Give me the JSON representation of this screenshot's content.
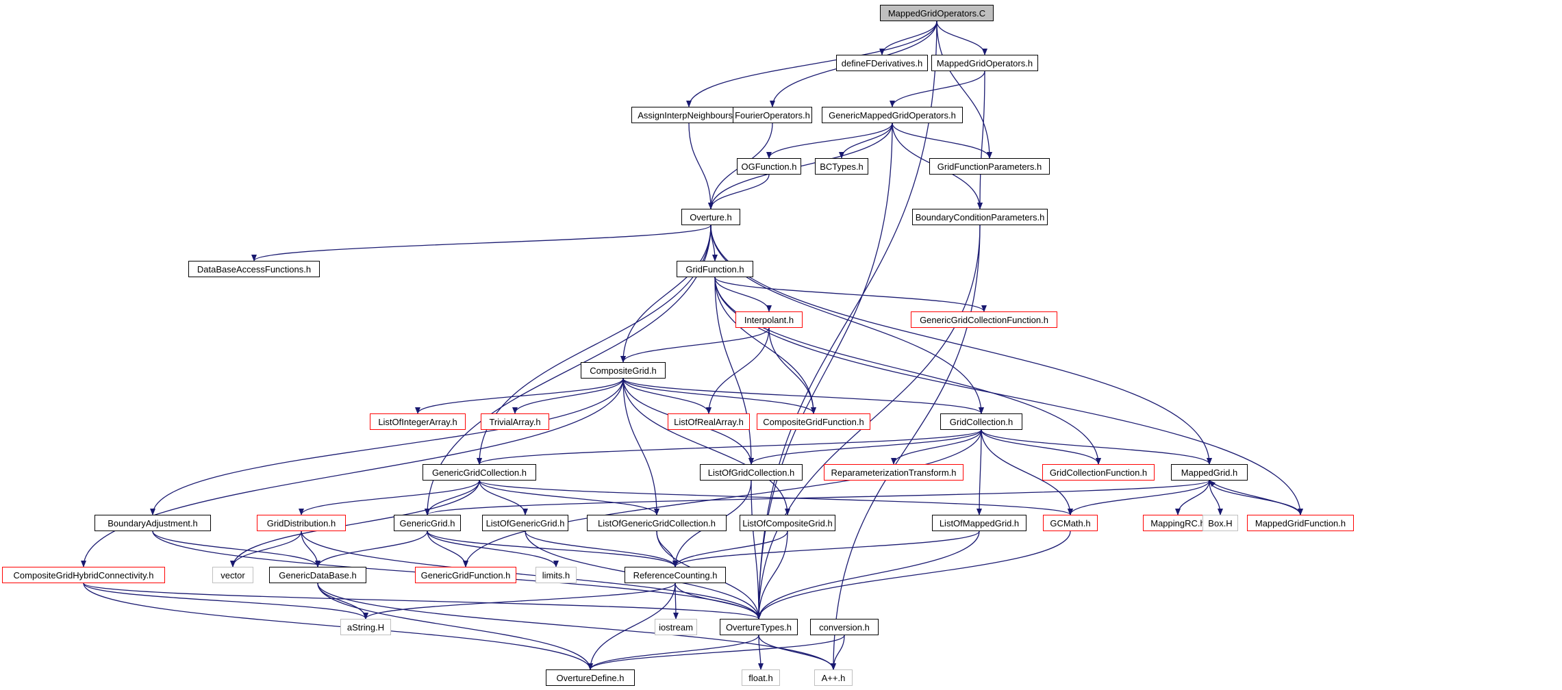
{
  "nodes": {
    "n01": {
      "label": "MappedGridOperators.C",
      "style": "root"
    },
    "n02": {
      "label": "defineFDerivatives.h",
      "style": "black"
    },
    "n03": {
      "label": "MappedGridOperators.h",
      "style": "black"
    },
    "n04": {
      "label": "AssignInterpNeighbours.h",
      "style": "black"
    },
    "n05": {
      "label": "FourierOperators.h",
      "style": "black"
    },
    "n06": {
      "label": "GenericMappedGridOperators.h",
      "style": "black"
    },
    "n07": {
      "label": "OGFunction.h",
      "style": "black"
    },
    "n08": {
      "label": "BCTypes.h",
      "style": "black"
    },
    "n09": {
      "label": "GridFunctionParameters.h",
      "style": "black"
    },
    "n10": {
      "label": "Overture.h",
      "style": "black"
    },
    "n11": {
      "label": "BoundaryConditionParameters.h",
      "style": "black"
    },
    "n12": {
      "label": "DataBaseAccessFunctions.h",
      "style": "black"
    },
    "n13": {
      "label": "GridFunction.h",
      "style": "black"
    },
    "n14": {
      "label": "Interpolant.h",
      "style": "red"
    },
    "n15": {
      "label": "GenericGridCollectionFunction.h",
      "style": "red"
    },
    "n16": {
      "label": "CompositeGrid.h",
      "style": "black"
    },
    "n17": {
      "label": "ListOfIntegerArray.h",
      "style": "red"
    },
    "n18": {
      "label": "TrivialArray.h",
      "style": "red"
    },
    "n19": {
      "label": "ListOfRealArray.h",
      "style": "red"
    },
    "n20": {
      "label": "CompositeGridFunction.h",
      "style": "red"
    },
    "n21": {
      "label": "GridCollection.h",
      "style": "black"
    },
    "n22": {
      "label": "GenericGridCollection.h",
      "style": "black"
    },
    "n23": {
      "label": "ListOfGridCollection.h",
      "style": "black"
    },
    "n24": {
      "label": "ReparameterizationTransform.h",
      "style": "red"
    },
    "n25": {
      "label": "GridCollectionFunction.h",
      "style": "red"
    },
    "n26": {
      "label": "MappedGrid.h",
      "style": "black"
    },
    "n27": {
      "label": "BoundaryAdjustment.h",
      "style": "black"
    },
    "n28": {
      "label": "GridDistribution.h",
      "style": "red"
    },
    "n29": {
      "label": "GenericGrid.h",
      "style": "black"
    },
    "n30": {
      "label": "ListOfGenericGrid.h",
      "style": "black"
    },
    "n31": {
      "label": "ListOfGenericGridCollection.h",
      "style": "black"
    },
    "n32": {
      "label": "ListOfCompositeGrid.h",
      "style": "black"
    },
    "n33": {
      "label": "ListOfMappedGrid.h",
      "style": "black"
    },
    "n34": {
      "label": "GCMath.h",
      "style": "red"
    },
    "n35": {
      "label": "MappingRC.h",
      "style": "red"
    },
    "n36": {
      "label": "Box.H",
      "style": "gray"
    },
    "n37": {
      "label": "MappedGridFunction.h",
      "style": "red"
    },
    "n38": {
      "label": "CompositeGridHybridConnectivity.h",
      "style": "red"
    },
    "n39": {
      "label": "vector",
      "style": "gray"
    },
    "n40": {
      "label": "GenericDataBase.h",
      "style": "black"
    },
    "n41": {
      "label": "GenericGridFunction.h",
      "style": "red"
    },
    "n42": {
      "label": "limits.h",
      "style": "gray"
    },
    "n43": {
      "label": "ReferenceCounting.h",
      "style": "black"
    },
    "n44": {
      "label": "aString.H",
      "style": "gray"
    },
    "n45": {
      "label": "iostream",
      "style": "gray"
    },
    "n46": {
      "label": "OvertureTypes.h",
      "style": "black"
    },
    "n47": {
      "label": "conversion.h",
      "style": "black"
    },
    "n48": {
      "label": "OvertureDefine.h",
      "style": "black"
    },
    "n49": {
      "label": "float.h",
      "style": "gray"
    },
    "n50": {
      "label": "A++.h",
      "style": "gray"
    }
  },
  "edges": [
    [
      "n01",
      "n02"
    ],
    [
      "n01",
      "n03"
    ],
    [
      "n01",
      "n04"
    ],
    [
      "n01",
      "n05"
    ],
    [
      "n01",
      "n09"
    ],
    [
      "n01",
      "n46"
    ],
    [
      "n03",
      "n06"
    ],
    [
      "n03",
      "n11"
    ],
    [
      "n04",
      "n10"
    ],
    [
      "n05",
      "n10"
    ],
    [
      "n06",
      "n07"
    ],
    [
      "n06",
      "n08"
    ],
    [
      "n06",
      "n09"
    ],
    [
      "n06",
      "n10"
    ],
    [
      "n06",
      "n11"
    ],
    [
      "n06",
      "n46"
    ],
    [
      "n07",
      "n10"
    ],
    [
      "n10",
      "n12"
    ],
    [
      "n10",
      "n13"
    ],
    [
      "n10",
      "n16"
    ],
    [
      "n10",
      "n21"
    ],
    [
      "n10",
      "n22"
    ],
    [
      "n10",
      "n26"
    ],
    [
      "n10",
      "n29"
    ],
    [
      "n11",
      "n46"
    ],
    [
      "n11",
      "n50"
    ],
    [
      "n13",
      "n14"
    ],
    [
      "n13",
      "n15"
    ],
    [
      "n13",
      "n20"
    ],
    [
      "n13",
      "n23"
    ],
    [
      "n13",
      "n25"
    ],
    [
      "n13",
      "n37"
    ],
    [
      "n14",
      "n16"
    ],
    [
      "n14",
      "n19"
    ],
    [
      "n14",
      "n20"
    ],
    [
      "n16",
      "n17"
    ],
    [
      "n16",
      "n18"
    ],
    [
      "n16",
      "n19"
    ],
    [
      "n16",
      "n20"
    ],
    [
      "n16",
      "n21"
    ],
    [
      "n16",
      "n23"
    ],
    [
      "n16",
      "n27"
    ],
    [
      "n16",
      "n31"
    ],
    [
      "n16",
      "n32"
    ],
    [
      "n16",
      "n38"
    ],
    [
      "n21",
      "n22"
    ],
    [
      "n21",
      "n23"
    ],
    [
      "n21",
      "n24"
    ],
    [
      "n21",
      "n25"
    ],
    [
      "n21",
      "n26"
    ],
    [
      "n21",
      "n33"
    ],
    [
      "n21",
      "n34"
    ],
    [
      "n21",
      "n41"
    ],
    [
      "n22",
      "n28"
    ],
    [
      "n22",
      "n29"
    ],
    [
      "n22",
      "n30"
    ],
    [
      "n22",
      "n31"
    ],
    [
      "n22",
      "n34"
    ],
    [
      "n22",
      "n39"
    ],
    [
      "n23",
      "n43"
    ],
    [
      "n23",
      "n46"
    ],
    [
      "n26",
      "n29"
    ],
    [
      "n26",
      "n34"
    ],
    [
      "n26",
      "n35"
    ],
    [
      "n26",
      "n36"
    ],
    [
      "n26",
      "n37"
    ],
    [
      "n37",
      "n26"
    ],
    [
      "n27",
      "n40"
    ],
    [
      "n27",
      "n46"
    ],
    [
      "n28",
      "n39"
    ],
    [
      "n28",
      "n40"
    ],
    [
      "n28",
      "n46"
    ],
    [
      "n29",
      "n40"
    ],
    [
      "n29",
      "n41"
    ],
    [
      "n29",
      "n42"
    ],
    [
      "n29",
      "n43"
    ],
    [
      "n30",
      "n43"
    ],
    [
      "n30",
      "n46"
    ],
    [
      "n31",
      "n43"
    ],
    [
      "n31",
      "n46"
    ],
    [
      "n32",
      "n43"
    ],
    [
      "n32",
      "n46"
    ],
    [
      "n33",
      "n43"
    ],
    [
      "n33",
      "n46"
    ],
    [
      "n34",
      "n46"
    ],
    [
      "n38",
      "n44"
    ],
    [
      "n38",
      "n46"
    ],
    [
      "n38",
      "n48"
    ],
    [
      "n40",
      "n44"
    ],
    [
      "n40",
      "n48"
    ],
    [
      "n40",
      "n50"
    ],
    [
      "n43",
      "n44"
    ],
    [
      "n43",
      "n45"
    ],
    [
      "n43",
      "n46"
    ],
    [
      "n43",
      "n48"
    ],
    [
      "n46",
      "n48"
    ],
    [
      "n46",
      "n49"
    ],
    [
      "n46",
      "n50"
    ],
    [
      "n47",
      "n48"
    ],
    [
      "n47",
      "n50"
    ]
  ],
  "colors": {
    "edge": "#191970",
    "border": "#000000",
    "highlight_border": "#ff0000",
    "external_border": "#bfbfbf",
    "root_fill": "#bfbfbf"
  }
}
